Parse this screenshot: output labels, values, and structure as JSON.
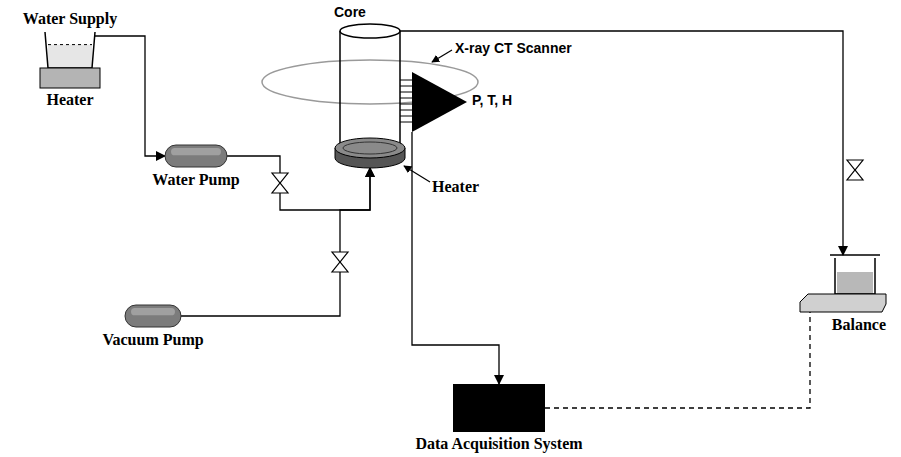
{
  "diagram": {
    "nodes": [
      {
        "text": [
          "Water Supply"
        ]
      },
      {
        "text": [
          "Heater"
        ]
      },
      {
        "text": [
          "Water Pump"
        ]
      },
      {
        "text": [
          "Vacuum Pump"
        ]
      },
      {
        "text": [
          "Core"
        ]
      },
      {
        "text": [
          "Heater"
        ]
      },
      {
        "text": [
          "P, T, H"
        ]
      },
      {
        "text": [
          "Balance"
        ]
      },
      {
        "text": [
          "Data Acquisition System"
        ]
      }
    ],
    "edges": [
      {
        "from": 0,
        "to": 2,
        "arrow": "to"
      },
      {
        "from": 2,
        "to": 5,
        "arrow": "to"
      },
      {
        "from": 3,
        "to": 5,
        "arrow": "to"
      },
      {
        "from": 4,
        "to": 7,
        "arrow": "to"
      },
      {
        "from": 6,
        "to": 8,
        "arrow": "to"
      },
      {
        "from": 8,
        "to": 7,
        "arrow": "none"
      }
    ],
    "labels": [
      "X-ray CT Scanner"
    ]
  }
}
